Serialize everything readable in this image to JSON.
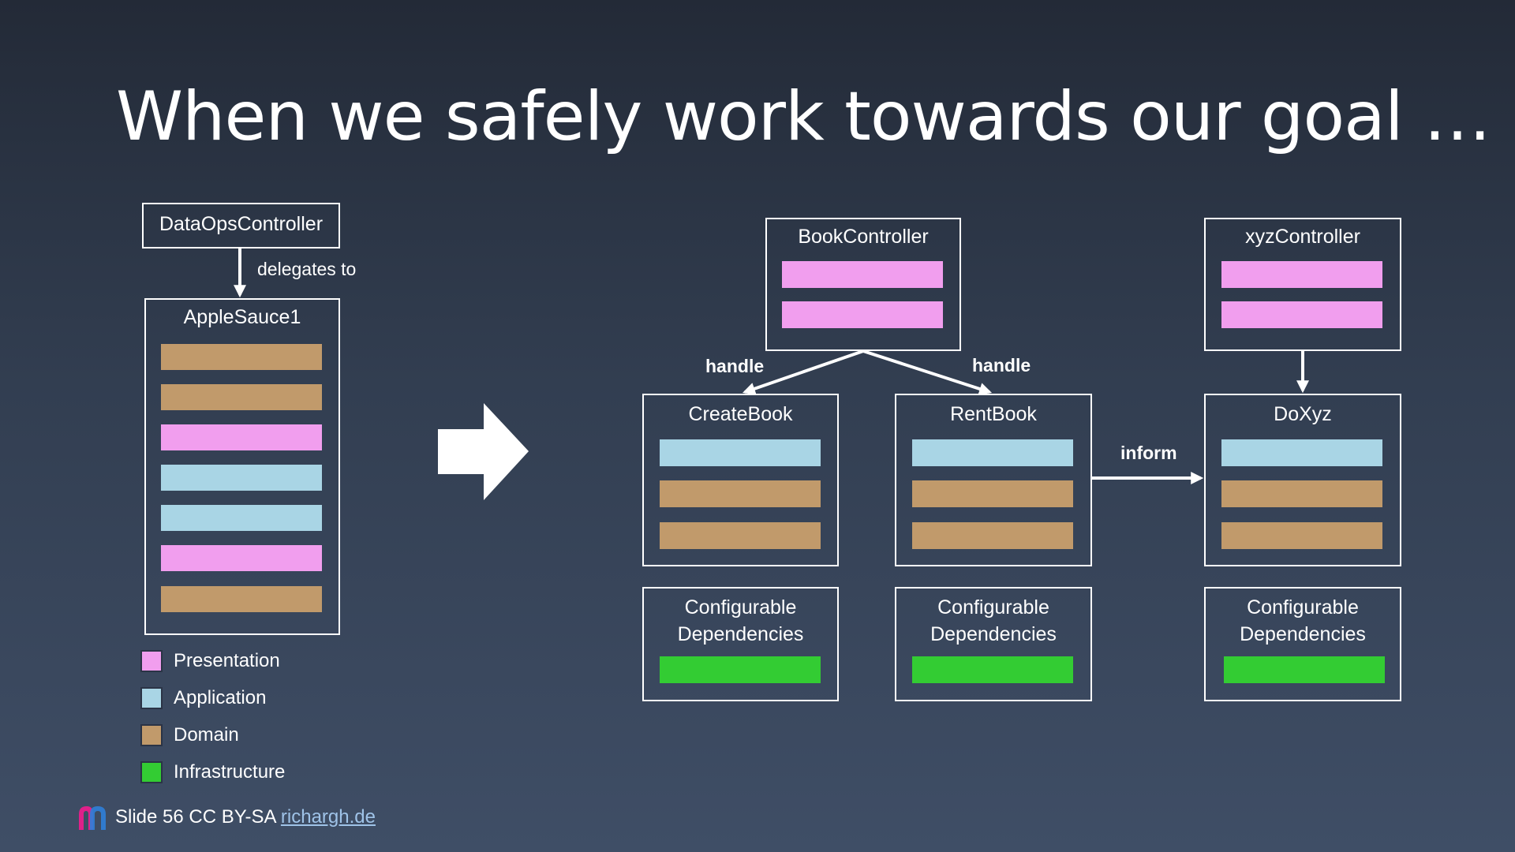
{
  "slide": {
    "title": "When we safely work towards our goal …"
  },
  "left": {
    "controller_label": "DataOpsController",
    "delegates_label": "delegates to",
    "service_label": "AppleSauce1"
  },
  "right": {
    "book_controller_label": "BookController",
    "xyz_controller_label": "xyzController",
    "create_book_label": "CreateBook",
    "rent_book_label": "RentBook",
    "doxyz_label": "DoXyz",
    "handle_left_label": "handle",
    "handle_right_label": "handle",
    "inform_label": "inform",
    "config_line1": "Configurable",
    "config_line2": "Dependencies"
  },
  "legend": {
    "items": [
      {
        "label": "Presentation",
        "color": "#f19eee"
      },
      {
        "label": "Application",
        "color": "#a9d5e5"
      },
      {
        "label": "Domain",
        "color": "#c19a6b"
      },
      {
        "label": "Infrastructure",
        "color": "#33cc33"
      }
    ]
  },
  "footer": {
    "text": "Slide 56 CC BY-SA ",
    "link": "richargh.de"
  },
  "colors": {
    "presentation": "#f19eee",
    "application": "#a9d5e5",
    "domain": "#c19a6b",
    "infrastructure": "#33cc33"
  },
  "icons": {
    "transition_arrow": "right-arrow-icon",
    "logo": "richargh-logo-icon"
  }
}
